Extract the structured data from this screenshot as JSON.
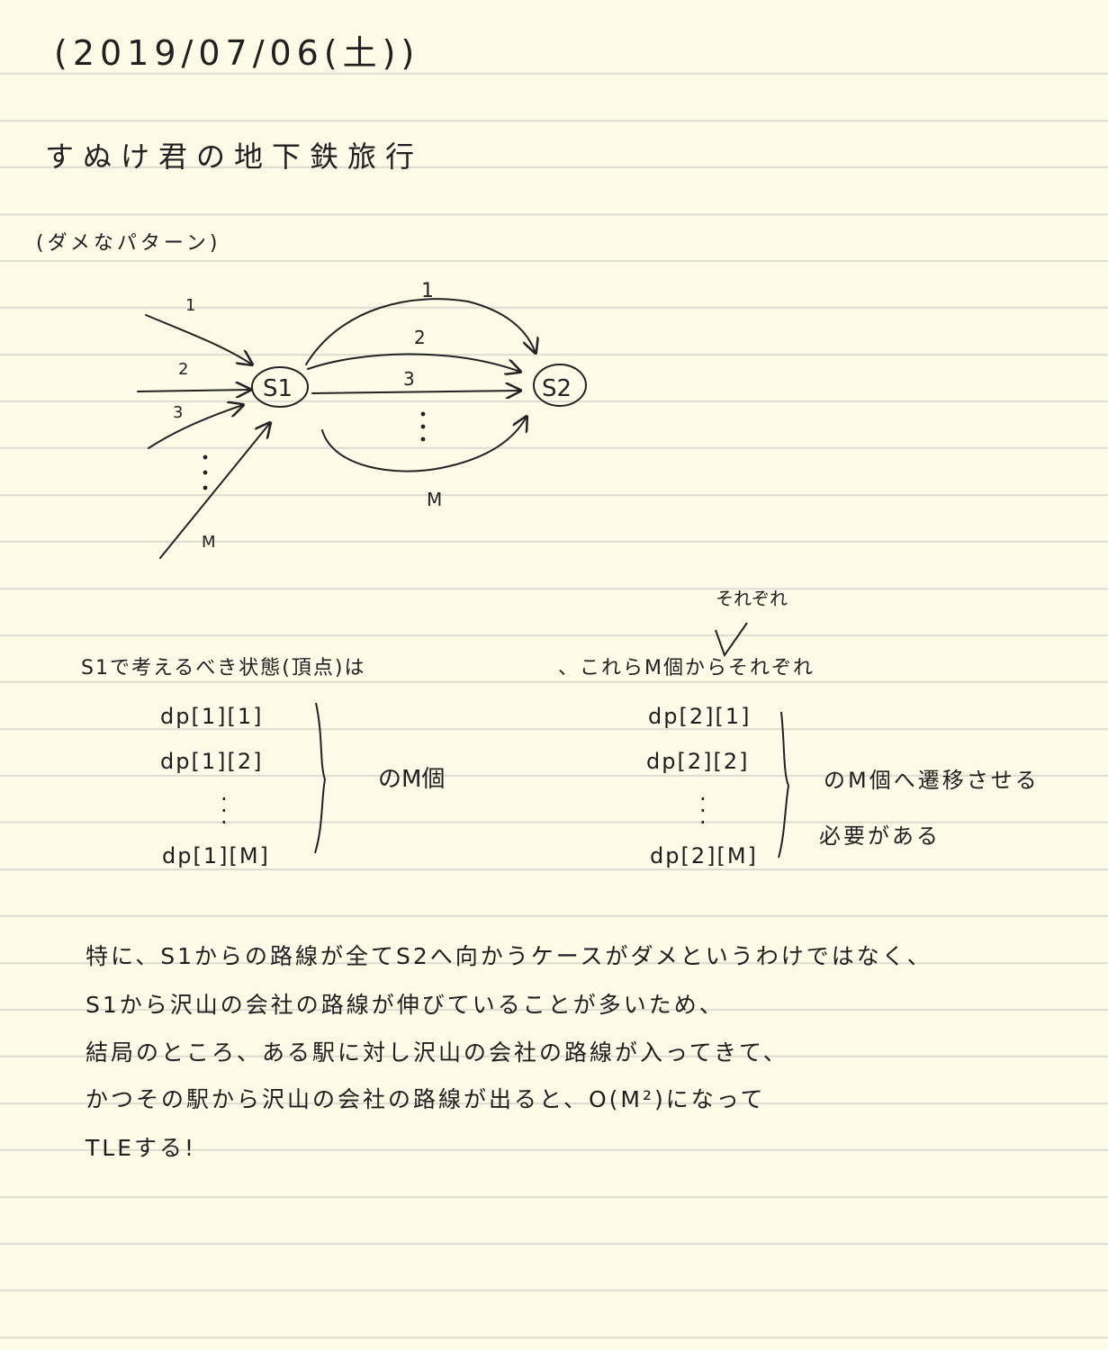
{
  "date": "(2019/07/06(土))",
  "title": "すぬけ君の地下鉄旅行",
  "subtitle": "(ダメなパターン)",
  "diagram": {
    "node_s1": "S1",
    "node_s2": "S2",
    "in_labels": [
      "1",
      "2",
      "3",
      "M"
    ],
    "out_labels": [
      "1",
      "2",
      "3",
      "M"
    ]
  },
  "section": {
    "s1_intro": "S1で考えるべき状態(頂点)は",
    "s2_intro": "、これらM個からそれぞれ",
    "annotation": "それぞれ",
    "left_dp": [
      "dp[1][1]",
      "dp[1][2]",
      "dp[1][M]"
    ],
    "left_count": "のM個",
    "right_dp": [
      "dp[2][1]",
      "dp[2][2]",
      "dp[2][M]"
    ],
    "right_trans_1": "のM個へ遷移させる",
    "right_trans_2": "必要がある"
  },
  "paragraph": [
    "特に、S1からの路線が全てS2へ向かうケースがダメというわけではなく、",
    "S1から沢山の会社の路線が伸びていることが多いため、",
    "結局のところ、ある駅に対し沢山の会社の路線が入ってきて、",
    "かつその駅から沢山の会社の路線が出ると、O(M²)になって",
    "TLEする!"
  ]
}
